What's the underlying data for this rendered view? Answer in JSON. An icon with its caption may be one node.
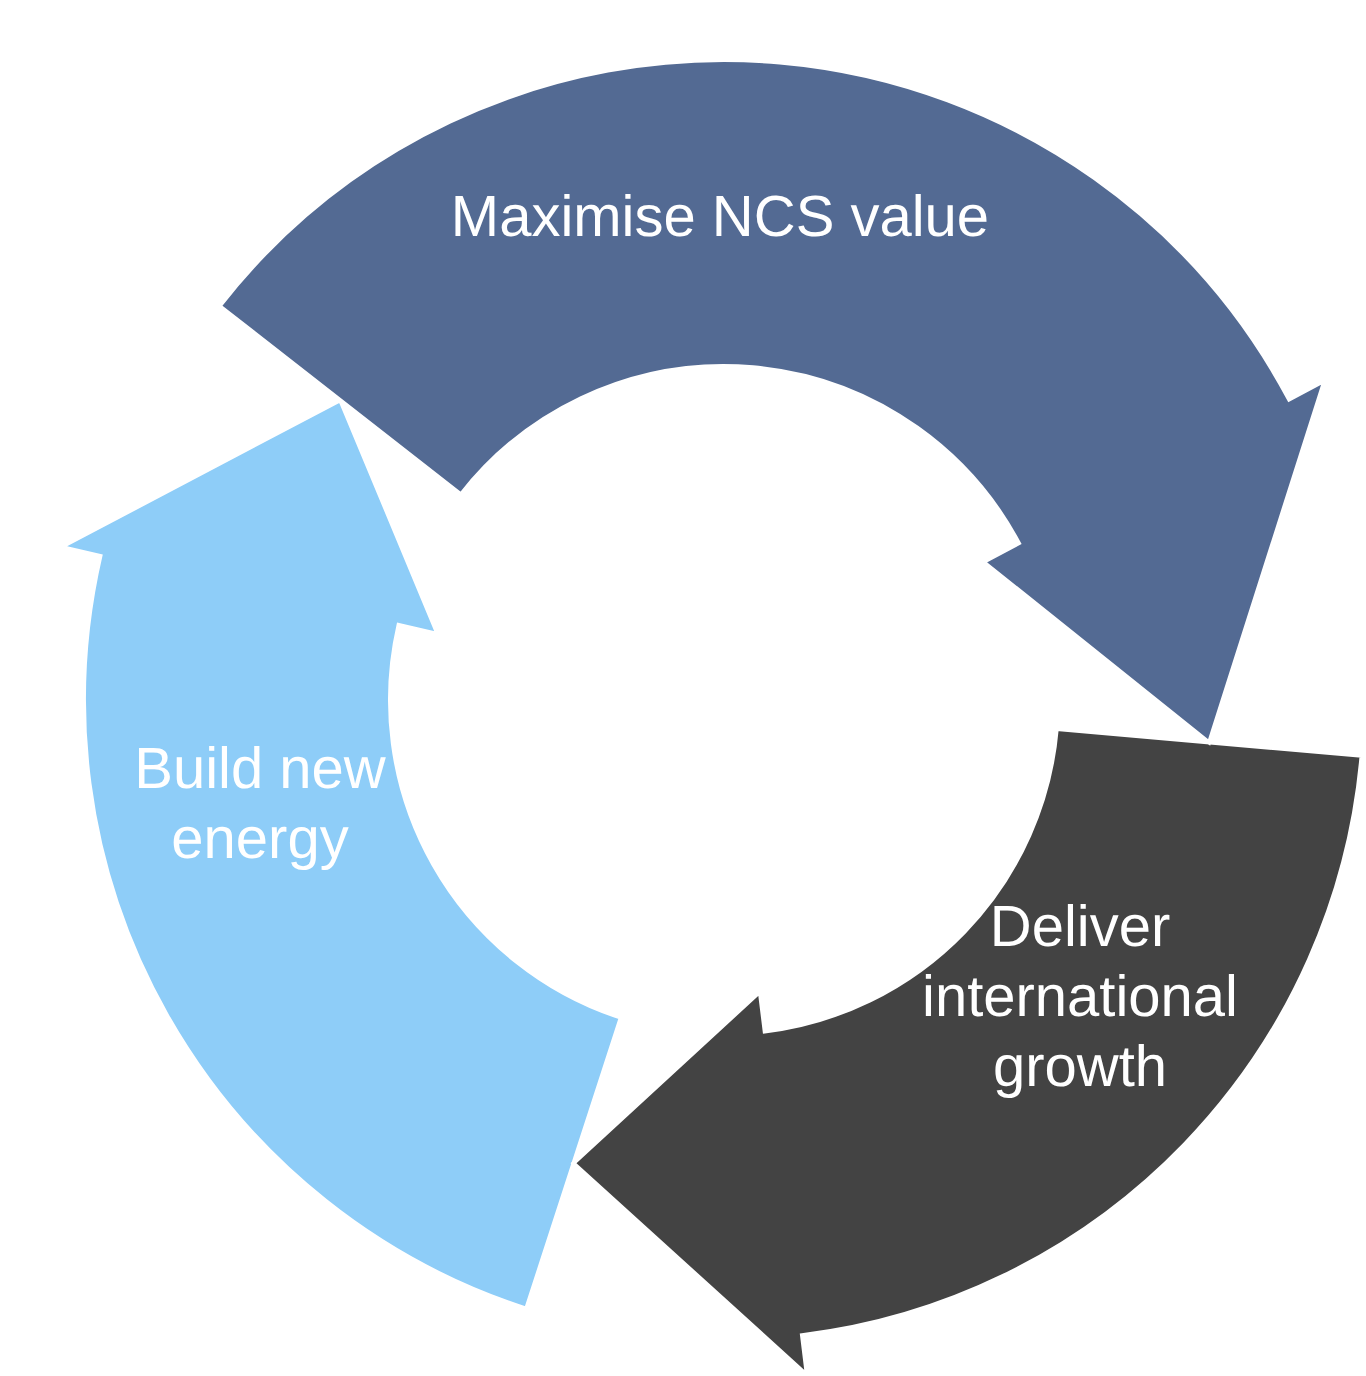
{
  "diagram": {
    "nodes": [
      {
        "text": [
          "Maximise NCS value"
        ]
      },
      {
        "text": [
          "Deliver international growth"
        ]
      },
      {
        "text": [
          "Build new energy"
        ]
      }
    ]
  }
}
